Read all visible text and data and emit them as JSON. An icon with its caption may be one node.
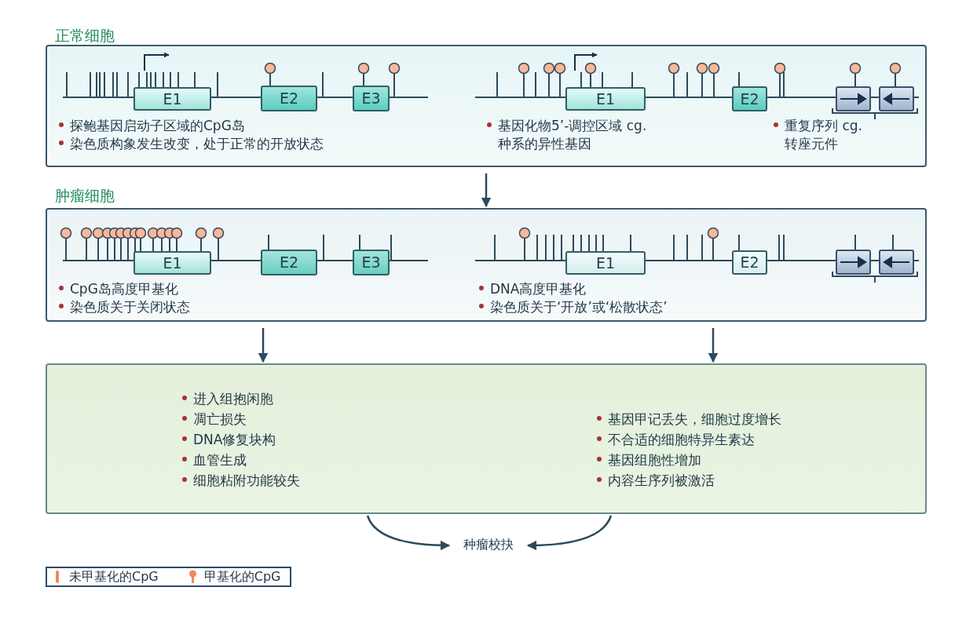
{
  "diagram": {
    "nodes": [
      {
        "text": [
          "正常细胞",
          "探鲍基因启动子区域的CpG岛",
          "染色质构象发生改变，处于正常的开放状态",
          "基因化物5’-调控区域 cg.种系的异性基因",
          "重复序列 cg.转座元件"
        ]
      },
      {
        "text": [
          "E1"
        ],
        "in": 0
      },
      {
        "text": [
          "E2"
        ],
        "in": 0
      },
      {
        "text": [
          "E3"
        ],
        "in": 0
      },
      {
        "text": [
          "E1"
        ],
        "in": 0
      },
      {
        "text": [
          "E2"
        ],
        "in": 0
      },
      {
        "text": [],
        "shape": "box",
        "in": 0
      },
      {
        "text": [],
        "shape": "box",
        "in": 0
      },
      {
        "text": [
          "肿瘤细胞",
          "CpG岛高度甲基化",
          "染色质关于关闭状态",
          "DNA高度甲基化",
          "染色质关于‘开放’或‘松散状态’"
        ]
      },
      {
        "text": [
          "E1"
        ],
        "in": 8
      },
      {
        "text": [
          "E2"
        ],
        "in": 8
      },
      {
        "text": [
          "E3"
        ],
        "in": 8
      },
      {
        "text": [
          "E1"
        ],
        "in": 8
      },
      {
        "text": [
          "E2"
        ],
        "in": 8
      },
      {
        "text": [],
        "shape": "box",
        "in": 8
      },
      {
        "text": [],
        "shape": "box",
        "in": 8
      },
      {
        "text": [
          "进入组抱闲胞",
          "凋亡损失",
          "DNA修复块构",
          "血管生成",
          "细胞粘附功能较失",
          "基因甲记丢失，细胞过度增长",
          "不合适的细胞特异生素达",
          "基因组胞性增加",
          "内容生序列被激活"
        ]
      },
      {
        "text": [
          "种瘤校抉"
        ]
      }
    ],
    "edges": [
      {
        "from": 0,
        "to": 8,
        "arrow": "to"
      },
      {
        "from": 8,
        "to": 16,
        "arrow": "to"
      },
      {
        "from": 8,
        "to": 16,
        "arrow": "to"
      },
      {
        "from": 16,
        "to": 17,
        "arrow": "to"
      },
      {
        "from": 16,
        "to": 17,
        "arrow": "to"
      }
    ],
    "legend": [
      {
        "text": "未甲基化的CpG"
      },
      {
        "text": "甲基化的CpG"
      }
    ]
  }
}
